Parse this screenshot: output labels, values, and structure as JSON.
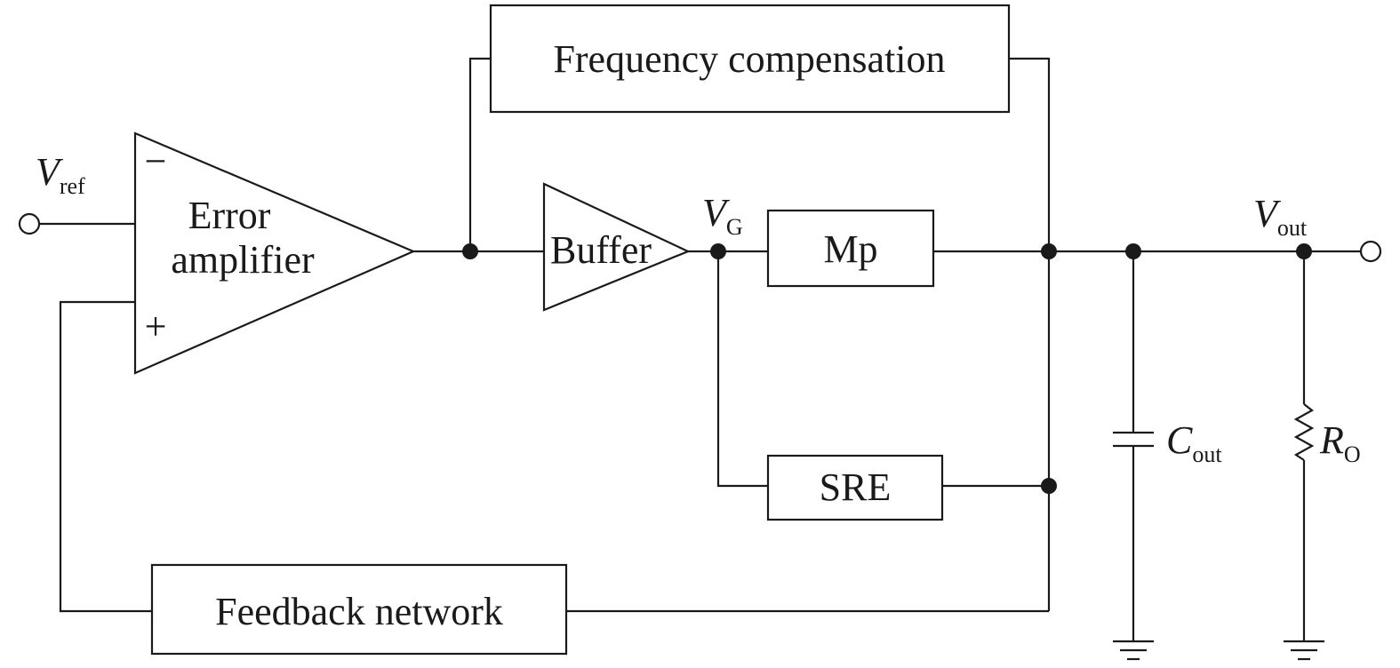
{
  "blocks": {
    "frequency_compensation": "Frequency compensation",
    "error_amplifier_line1": "Error",
    "error_amplifier_line2": "amplifier",
    "buffer": "Buffer",
    "mp": "Mp",
    "sre": "SRE",
    "feedback_network": "Feedback network"
  },
  "signs": {
    "minus": "−",
    "plus": "+"
  },
  "nodes": {
    "vref": {
      "main": "V",
      "sub": "ref"
    },
    "vg": {
      "main": "V",
      "sub": "G"
    },
    "vout": {
      "main": "V",
      "sub": "out"
    }
  },
  "components": {
    "cout": {
      "main": "C",
      "sub": "out"
    },
    "ro": {
      "main": "R",
      "sub": "O"
    }
  }
}
